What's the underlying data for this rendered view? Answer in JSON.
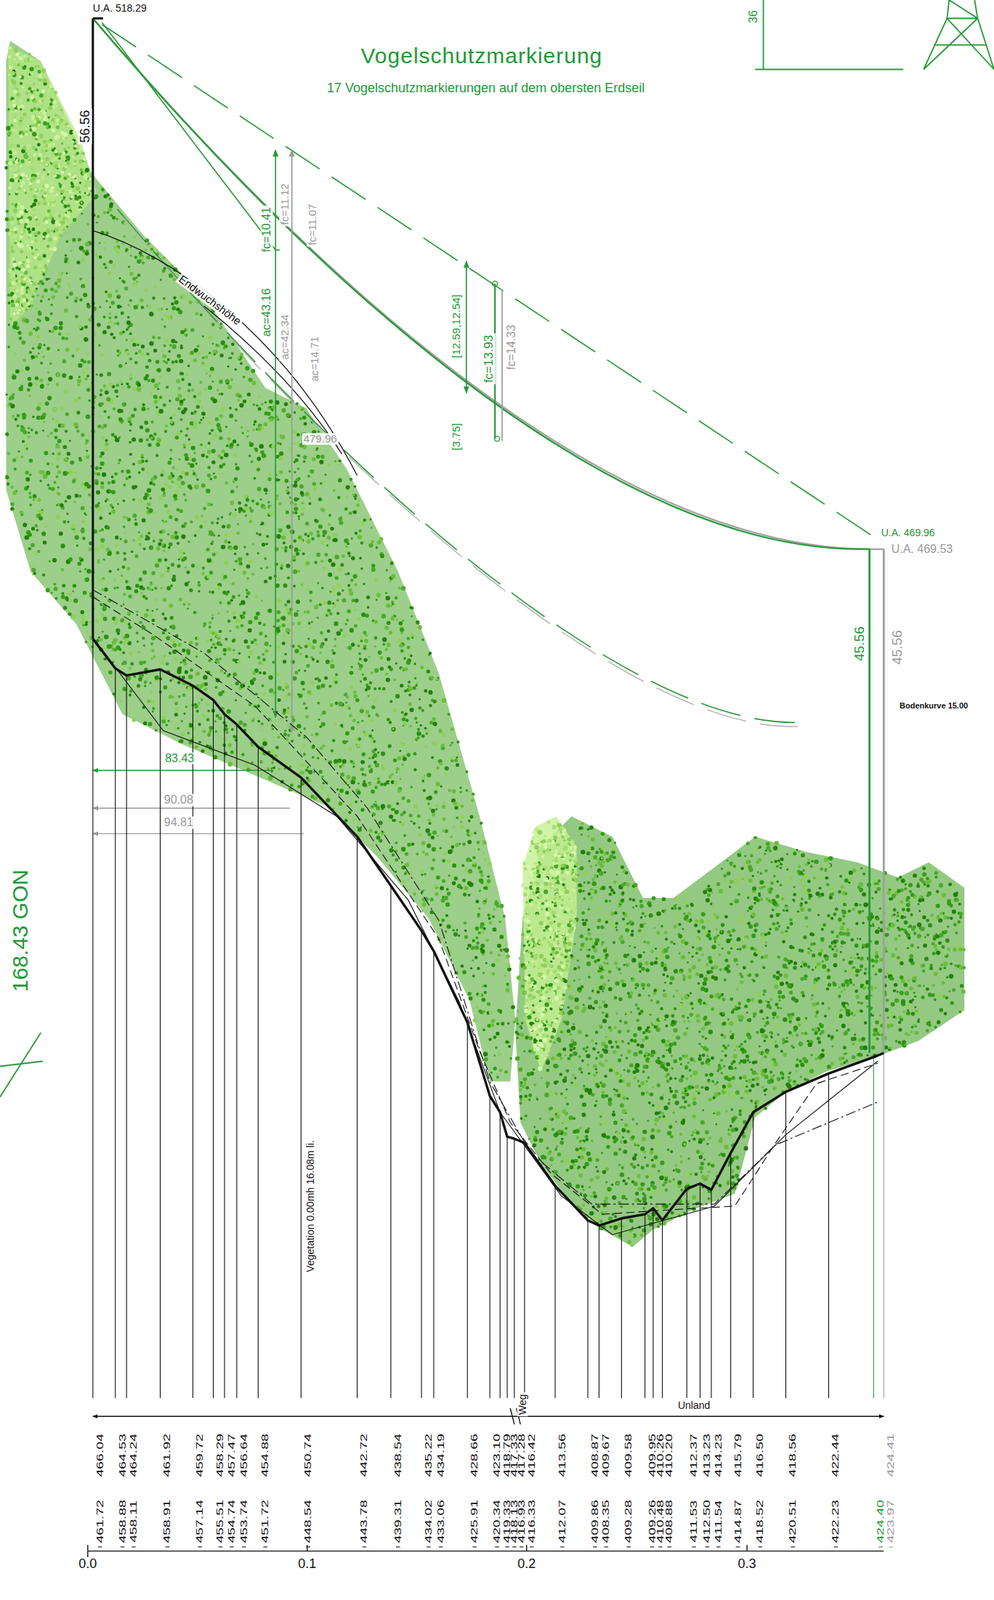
{
  "diagram": {
    "title": "Vogelschutzmarkierung",
    "labels": [
      "36",
      "U.A. 518.29",
      "17 Vogelschutzmarkierungen auf dem obersten Erdseil",
      "56.56",
      "fc=10.41",
      "fc=11.12",
      "fc=11.07",
      "Endwuchshöhe",
      "ac=43.16",
      "ac=42.34",
      "ac=14.71",
      "[12.59,12.54]",
      "fc=13.93",
      "fc=14.33",
      "[3.75]",
      "479.96",
      "U.A. 469.96",
      "U.A. 469.53",
      "45.56",
      "45.56",
      "Bodenkurve 15.00",
      "83.43",
      "90.08",
      "94.81",
      "168.43 GON",
      "Vegetation 0.00mh 16.08m li.",
      "Weg",
      "Unland",
      "466.04",
      "464.53",
      "464.24",
      "461.92",
      "459.72",
      "458.29",
      "457.47",
      "456.64",
      "454.88",
      "450.74",
      "442.72",
      "438.54",
      "435.22",
      "434.19",
      "428.66",
      "423.10",
      "418.79",
      "417.33",
      "417.28",
      "416.42",
      "413.56",
      "408.87",
      "409.67",
      "409.58",
      "409.95",
      "410.26",
      "410.20",
      "412.37",
      "413.23",
      "414.23",
      "415.79",
      "416.50",
      "418.56",
      "422.44",
      "424.41",
      "461.72",
      "458.88",
      "458.11",
      "458.91",
      "457.14",
      "455.51",
      "454.74",
      "453.74",
      "451.72",
      "448.54",
      "443.78",
      "439.31",
      "434.02",
      "433.06",
      "425.91",
      "420.34",
      "419.33",
      "418.13",
      "416.93",
      "416.33",
      "412.07",
      "409.86",
      "408.35",
      "409.28",
      "409.26",
      "410.48",
      "408.88",
      "411.53",
      "412.50",
      "411.54",
      "414.87",
      "418.52",
      "420.51",
      "422.23",
      "424.40",
      "423.97",
      "0.0",
      "0.1",
      "0.2",
      "0.3"
    ]
  }
}
